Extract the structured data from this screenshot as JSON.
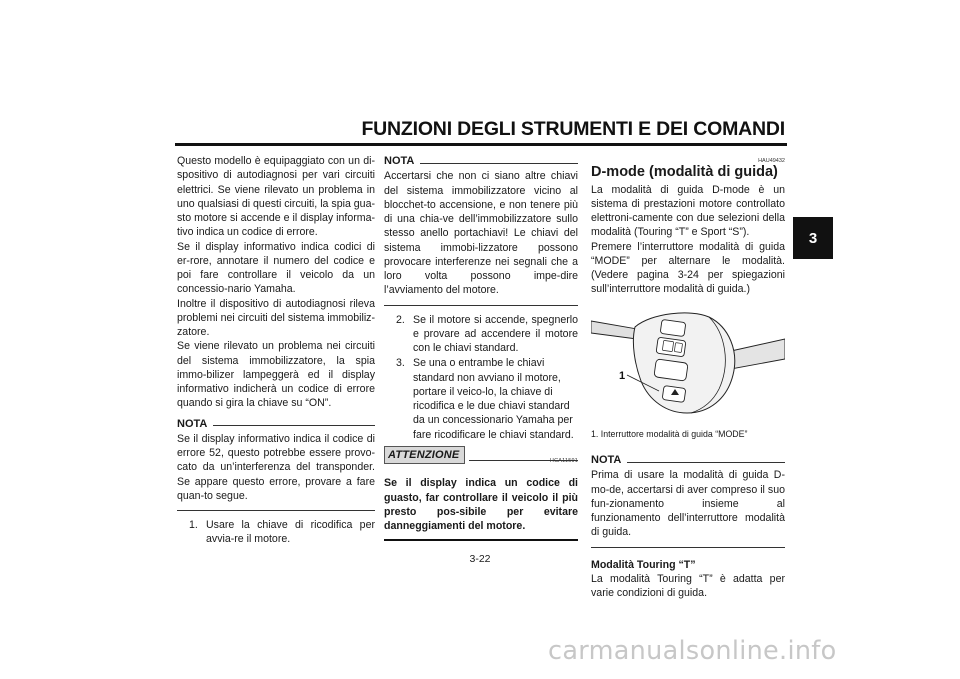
{
  "header": {
    "title": "FUNZIONI DEGLI STRUMENTI E DEI COMANDI",
    "chapter": "3"
  },
  "col1": {
    "p1": "Questo modello è equipaggiato con un di-spositivo di autodiagnosi per vari circuiti elettrici. Se viene rilevato un problema in uno qualsiasi di questi circuiti, la spia gua-sto motore si accende e il display informa-tivo indica un codice di errore.",
    "p2": "Se il display informativo indica codici di er-rore, annotare il numero del codice e poi fare controllare il veicolo da un concessio-nario Yamaha.",
    "p3": "Inoltre il dispositivo di autodiagnosi rileva problemi nei circuiti del sistema immobiliz-zatore.",
    "p4": "Se viene rilevato un problema nei circuiti del sistema immobilizzatore, la spia immo-bilizer lampeggerà ed il display informativo indicherà un codice di errore quando si gira la chiave su “ON”.",
    "nota_label": "NOTA",
    "nota_text": "Se il display informativo indica il codice di errore 52, questo potrebbe essere provo-cato da un’interferenza del transponder. Se appare questo errore, provare a fare quan-to segue.",
    "step1_num": "1.",
    "step1": "Usare la chiave di ricodifica per avvia-re il motore."
  },
  "col2": {
    "nota_label": "NOTA",
    "nota_text": "Accertarsi che non ci siano altre chiavi del sistema immobilizzatore vicino al blocchet-to accensione, e non tenere più di una chia-ve dell’immobilizzatore sullo stesso anello portachiavi! Le chiavi del sistema immobi-lizzatore possono provocare interferenze nei segnali che a loro volta possono impe-dire l’avviamento del motore.",
    "step2_num": "2.",
    "step2": "Se il motore si accende, spegnerlo e provare ad accendere il motore con le chiavi standard.",
    "step3_num": "3.",
    "step3": "Se una o entrambe le chiavi standard non avviano il motore, portare il veico-lo, la chiave di ricodifica e le due chiavi standard da un concessionario Yamaha per fare ricodificare le chiavi standard.",
    "attenzione_label": "ATTENZIONE",
    "attenzione_code": "HCA11591",
    "attenzione_text": "Se il display indica un codice di guasto, far controllare il veicolo il più presto pos-sibile per evitare danneggiamenti del motore."
  },
  "col3": {
    "section_code": "HAU49432",
    "section_title": "D-mode (modalità di guida)",
    "p1": "La modalità di guida D-mode è un sistema di prestazioni motore controllato elettroni-camente con due selezioni della modalità (Touring “T” e Sport “S”).",
    "p2": "Premere l’interruttore modalità di guida “MODE” per alternare le modalità. (Vedere pagina 3-24 per spiegazioni sull’interruttore modalità di guida.)",
    "figure_callout": "1",
    "figure_caption": "1. Interruttore modalità di guida “MODE”",
    "nota_label": "NOTA",
    "nota_text": "Prima di usare la modalità di guida D-mo-de, accertarsi di aver compreso il suo fun-zionamento insieme al funzionamento dell’interruttore modalità di guida.",
    "subhead": "Modalità Touring “T”",
    "p3": "La modalità Touring “T” è adatta per varie condizioni di guida."
  },
  "footer": {
    "page_number": "3-22",
    "watermark": "carmanualsonline.info"
  }
}
